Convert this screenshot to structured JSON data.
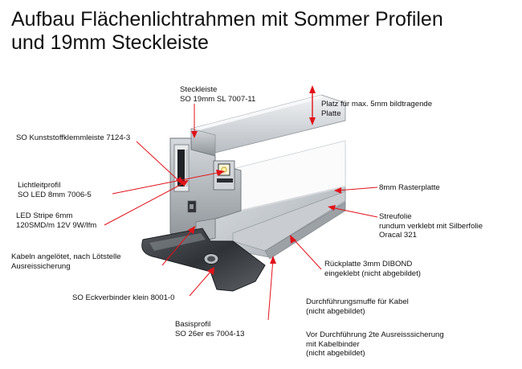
{
  "title": {
    "line1": "Aufbau Flächenlichtrahmen mit Sommer Profilen",
    "line2": "und 19mm Steckleiste"
  },
  "labels": {
    "steckleiste": {
      "line1": "Steckleiste",
      "line2": "SO 19mm SL 7007-11"
    },
    "platz": {
      "line1": "Platz für max. 5mm bildtragende",
      "line2": "Platte"
    },
    "klemmleiste": {
      "line1": "SO Kunststoffklemmleiste 7124-3"
    },
    "lichtleitprofil": {
      "line1": "Lichtleitprofil",
      "line2": "SO LED 8mm 7006-5"
    },
    "rasterplatte": {
      "line1": "8mm Rasterplatte"
    },
    "led_stripe": {
      "line1": "LED Stripe 6mm",
      "line2": "120SMD/m 12V 9W/lfm"
    },
    "streufolie": {
      "line1": "Streufolie",
      "line2": "rundum verklebt mit Silberfolie",
      "line3": "Oracal 321"
    },
    "kabeln": {
      "line1": "Kabeln angelötet, nach Lötstelle",
      "line2": "Ausreissicherung"
    },
    "rueckplatte": {
      "line1": "Rückplatte 3mm DIBOND",
      "line2": "eingeklebt (nicht abgebildet)"
    },
    "eckverbinder": {
      "line1": "SO Eckverbinder klein 8001-0"
    },
    "durchfuehrung": {
      "line1": "Durchführungsmuffe für Kabel",
      "line2": "(nicht abgebildet)"
    },
    "basisprofil": {
      "line1": "Basisprofil",
      "line2": "SO 26er es 7004-13"
    },
    "kabelbinder": {
      "line1": "Vor Durchführung 2te Ausreisssicherung",
      "line2": "mit Kabelbinder",
      "line3": "(nicht abgebildet)"
    }
  },
  "colors": {
    "arrow": "#e0131a",
    "profile_light": "#dcdfe3",
    "profile_mid": "#b9bec4",
    "profile_dark": "#6f757b",
    "bracket": "#3c3f44"
  }
}
